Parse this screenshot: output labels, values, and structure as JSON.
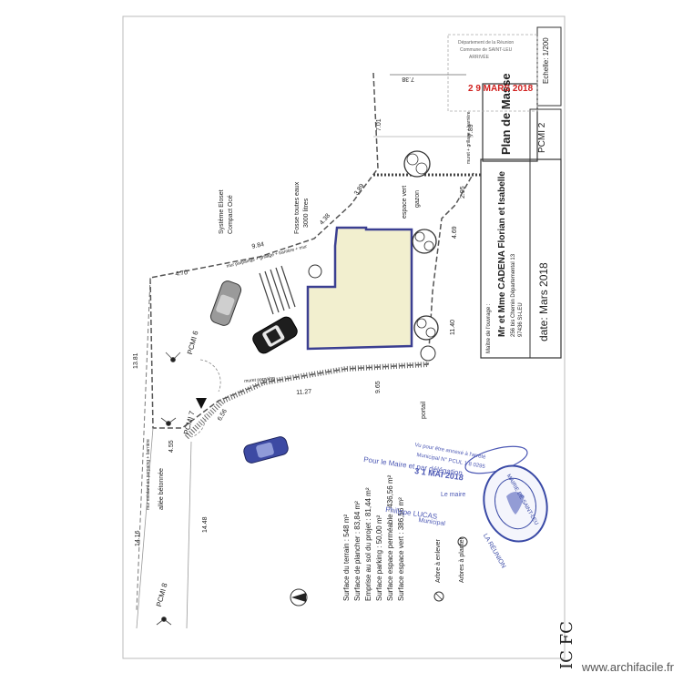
{
  "title_block": {
    "plan_title": "Plan de Masse",
    "scale": "Echelle: 1/200",
    "sheet_id": "PCMI 2",
    "owner_label": "Maître de l'ouvrage :",
    "owner_name": "Mr et Mme CADENA Florian et Isabelle",
    "owner_address_1": "256 bis Chemin Départemental 13",
    "owner_address_2": "97436 St-LEU",
    "date": "date: Mars 2018",
    "stamp_date": "2 9 MARS 2018",
    "stamp_header": "Département de la Réunion",
    "stamp_commune": "Commune de SAINT-LEU",
    "stamp_service": "ARRIVÉE"
  },
  "dimensions": [
    "7.38",
    "7.01",
    "3.89",
    "7.89",
    "4.38",
    "9.84",
    "4.70",
    "13.81",
    "11.27",
    "9.65",
    "11.40",
    "4.69",
    "2.95",
    "4.55",
    "6.56",
    "14.16",
    "14.48"
  ],
  "annotations": {
    "fosse": "Fosse toutes eaux",
    "fosse_vol": "3000 litres",
    "systeme": "Système Eloset",
    "compact": "Compact Océ",
    "espace_vert": "espace vert",
    "gazon": "gazon",
    "allee": "allée bétonnée",
    "portail": "portail",
    "pcmi6": "PCMI 6",
    "pcmi7": "PCMI 7",
    "pcmi8": "PCMI 8",
    "mur1": "mur parpaings + grillage + barrière + mur",
    "mur2": "muret + grillage + barrière",
    "mur3": "muret parpaing",
    "mur4": "mur existant en parpaing + barrière"
  },
  "surfaces": [
    "Surface du terrain : 548 m²",
    "Surface de plancher : 83,84 m²",
    "Emprise au sol du projet : 81,44 m²",
    "Surface parking : 50,00 m²",
    "Surface espace perméable : 436,56 m²",
    "Surface espace vert : 386,56 m²"
  ],
  "legend": {
    "remove": "Arbre à enlever",
    "plant": "Arbres à planter"
  },
  "approval": {
    "vu": "Vu pour être annexé à l'arrêté",
    "municipal": "Municipal N° PCUL 1 8 0295",
    "maire": "Pour le Maire et par délégation",
    "date": "3 1 MAI 2018",
    "le_maire": "Le maire",
    "name": "Philippe LUCAS",
    "role": "Municipal",
    "seal_top": "MAIRIE DE SAINT-LEU",
    "seal_bottom": "LA RÉUNION"
  },
  "signature": "IC FC",
  "watermark": "www.archifacile.fr",
  "colors": {
    "house_fill": "#f2efcf",
    "house_stroke": "#3b3f91",
    "stamp_red": "#d0201e",
    "stamp_blue": "#4d59b5",
    "seal_blue": "#3a4aa6"
  }
}
